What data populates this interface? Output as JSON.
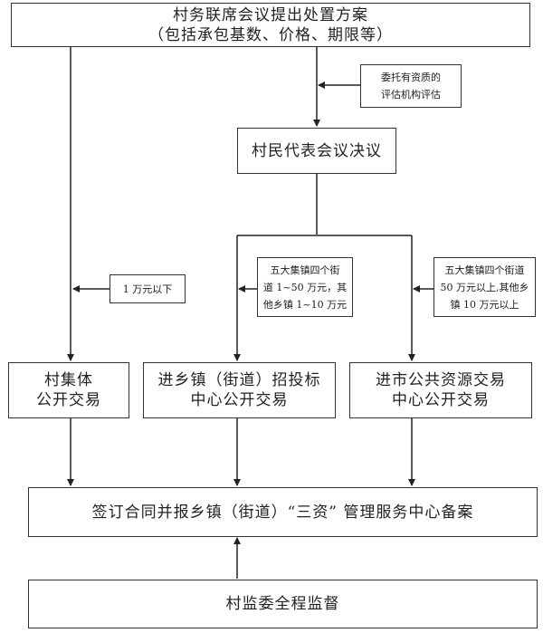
{
  "nodes": {
    "proposal": {
      "line1": "村务联席会议提出处置方案",
      "line2": "（包括承包基数、价格、期限等）"
    },
    "assessment": {
      "line1": "委托有资质的",
      "line2": "评估机构评估"
    },
    "villager_vote": {
      "line1": "村民代表会议决议"
    },
    "threshold_small": {
      "line1": "1 万元以下"
    },
    "threshold_mid": {
      "line1": "五大集镇四个街",
      "line2": "道 1~50 万元，其",
      "line3": "他乡镇 1~10 万元"
    },
    "threshold_large": {
      "line1": "五大集镇四个街道",
      "line2": "50 万元以上,其他乡",
      "line3": "镇 10 万元以上"
    },
    "village_trade": {
      "line1": "村集体",
      "line2": "公开交易"
    },
    "town_trade": {
      "line1": "进乡镇（街道）招投标",
      "line2": "中心公开交易"
    },
    "city_trade": {
      "line1": "进市公共资源交易",
      "line2": "中心公开交易"
    },
    "contract": {
      "line1": "签订合同并报乡镇（街道）“三资” 管理服务中心备案"
    },
    "supervision": {
      "line1": "村监委全程监督"
    }
  }
}
